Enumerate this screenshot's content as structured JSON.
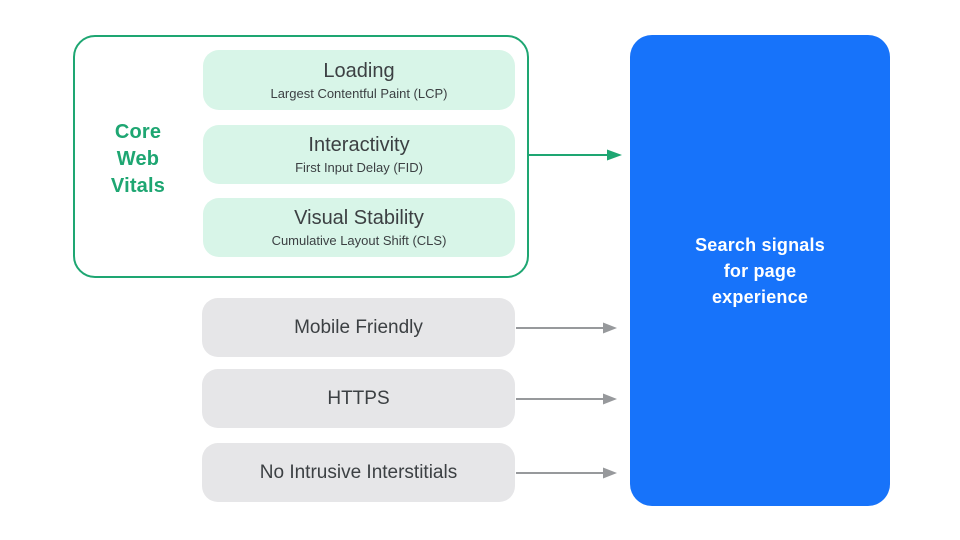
{
  "colors": {
    "green": "#1ea672",
    "mint": "#d8f5e8",
    "blue": "#1773fa",
    "gray-fill": "#e6e6e8",
    "arrow-gray": "#97999c",
    "text-dark": "#3c4043"
  },
  "core_web_vitals": {
    "label_lines": [
      "Core",
      "Web",
      "Vitals"
    ],
    "items": [
      {
        "title": "Loading",
        "subtitle": "Largest Contentful Paint (LCP)"
      },
      {
        "title": "Interactivity",
        "subtitle": "First Input Delay (FID)"
      },
      {
        "title": "Visual Stability",
        "subtitle": "Cumulative Layout Shift (CLS)"
      }
    ]
  },
  "other_signals": [
    {
      "label": "Mobile Friendly"
    },
    {
      "label": "HTTPS"
    },
    {
      "label": "No Intrusive Interstitials"
    }
  ],
  "result_box": {
    "lines": [
      "Search signals",
      "for page",
      "experience"
    ]
  }
}
